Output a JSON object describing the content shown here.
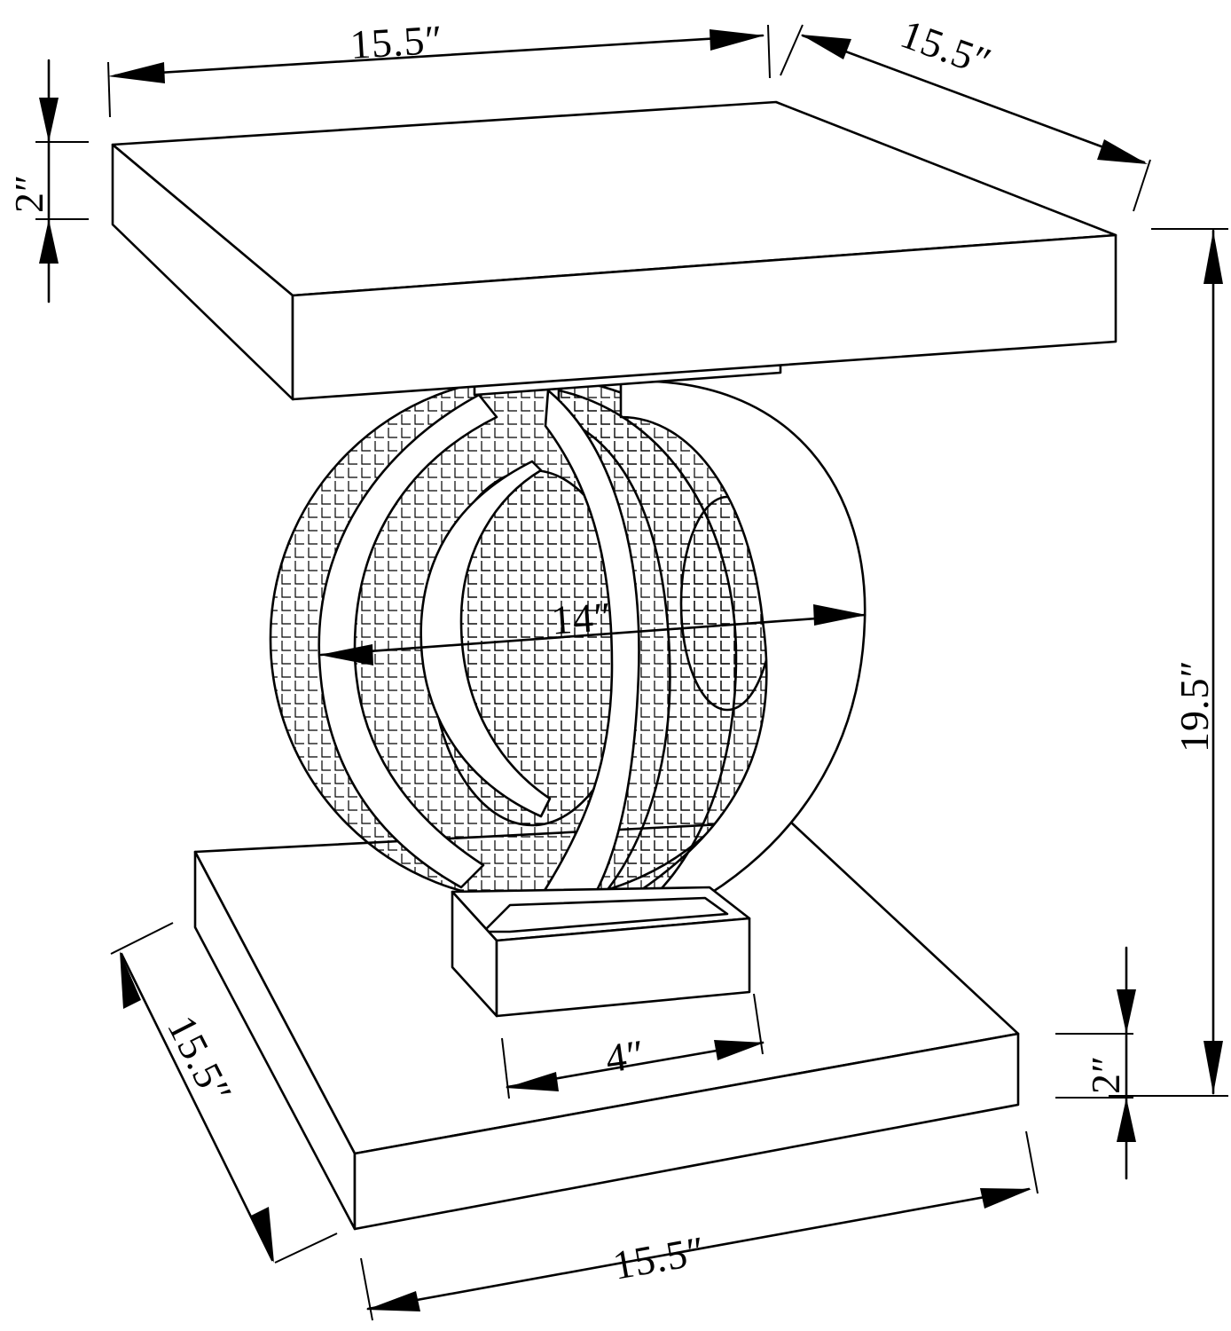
{
  "diagram": {
    "dimensions": {
      "top_width": "15.5″",
      "top_depth": "15.5″",
      "top_thickness": "2″",
      "total_height": "19.5″",
      "ring_diameter": "14″",
      "pedestal_width": "4″",
      "base_thickness": "2″",
      "base_depth": "15.5″",
      "base_width": "15.5″"
    },
    "colors": {
      "line": "#000000",
      "fill": "#ffffff"
    }
  }
}
